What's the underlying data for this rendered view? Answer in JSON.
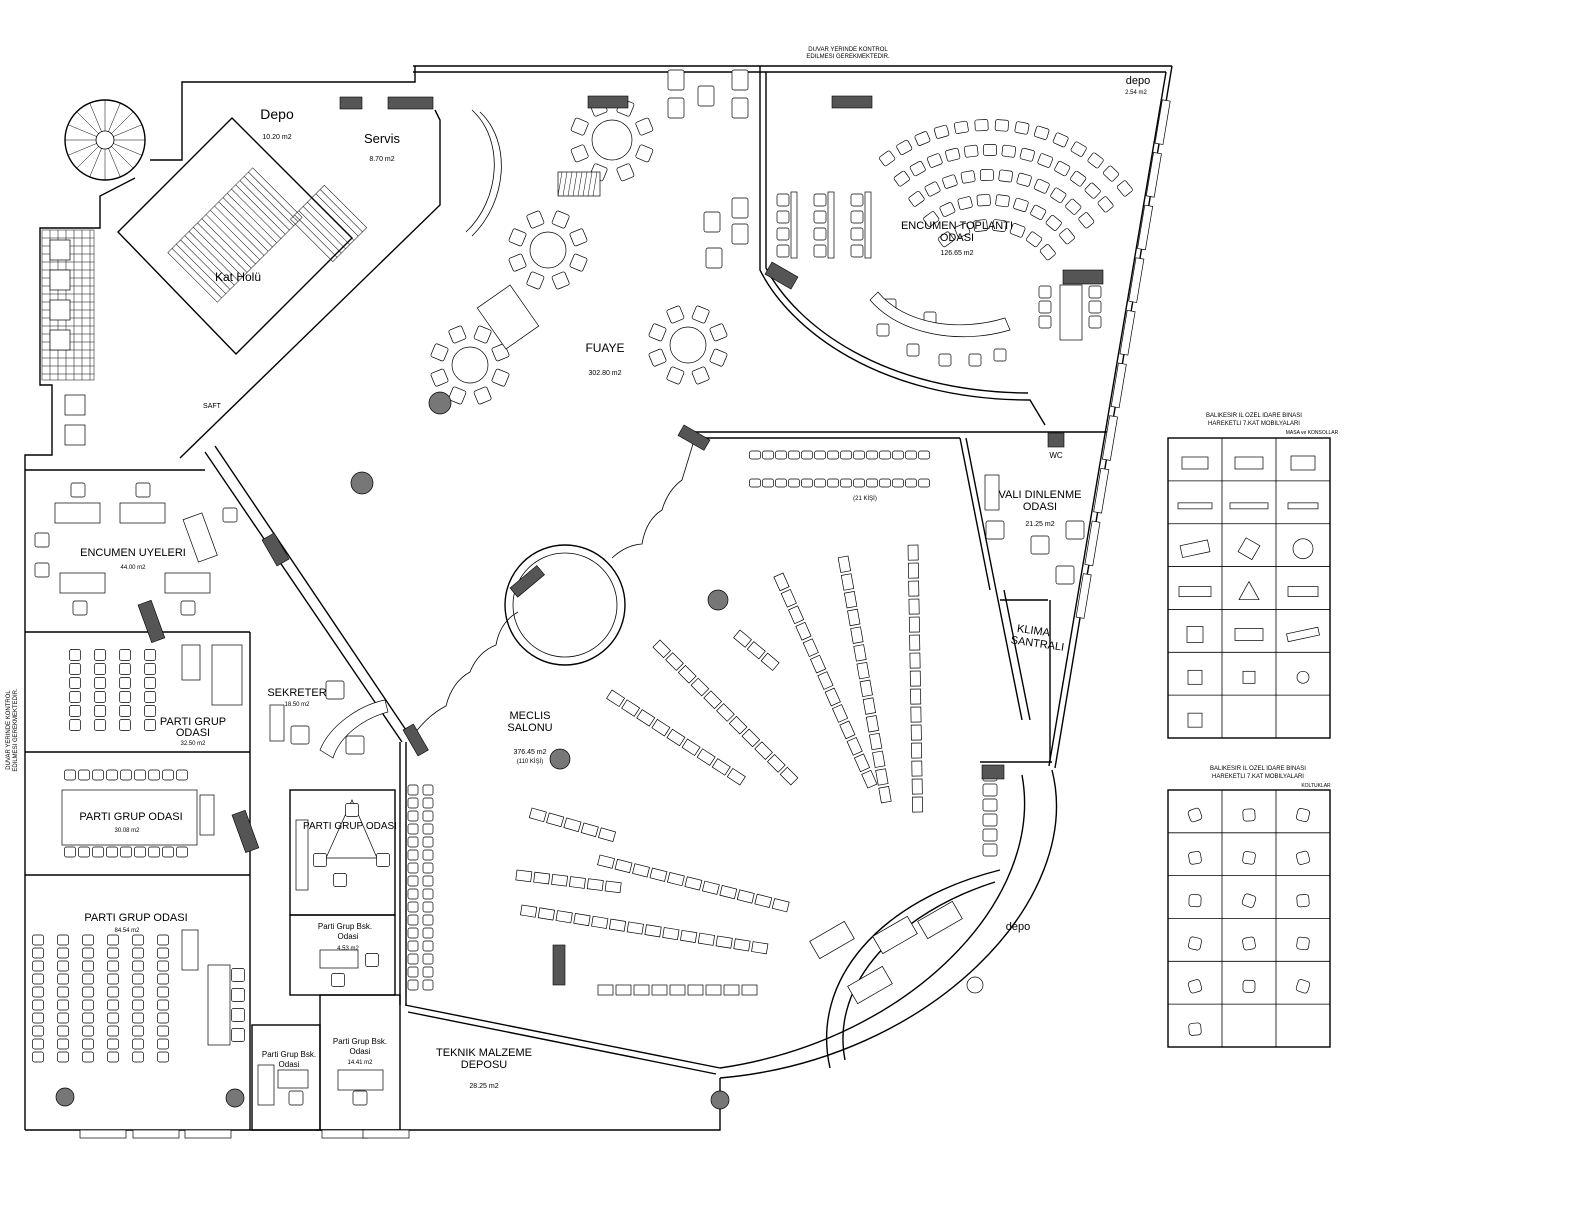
{
  "notice": {
    "line1": "DUVAR YERINDE KONTROL",
    "line2": "EDILMESI GEREKMEKTEDIR."
  },
  "rooms": {
    "depo_top_left": {
      "name": "Depo",
      "area": "10.20 m2"
    },
    "servis": {
      "name": "Servis",
      "area": "8.70 m2"
    },
    "kat_holu": {
      "name": "Kat Holü"
    },
    "saft": {
      "name": "SAFT"
    },
    "fuaye": {
      "name": "FUAYE",
      "area": "302.80 m2"
    },
    "encumen_toplanti": {
      "name_line1": "ENCUMEN TOPLANTI",
      "name_line2": "ODASI",
      "area": "126.65 m2"
    },
    "depo_top_right": {
      "name": "depo",
      "area": "2.54 m2"
    },
    "vali": {
      "name_line1": "VALI DINLENME",
      "name_line2": "ODASI",
      "area": "21.25 m2",
      "wc": "WC"
    },
    "klima": {
      "name_line1": "KLIMA",
      "name_line2": "SANTRALI"
    },
    "encumen_uyeleri": {
      "name": "ENCUMEN UYELERI",
      "area": "44.00 m2"
    },
    "sekreter": {
      "name": "SEKRETER",
      "area": "18.50 m2"
    },
    "parti_grup_1": {
      "name_line1": "PARTI GRUP",
      "name_line2": "ODASI",
      "area": "32.50 m2"
    },
    "parti_grup_2": {
      "name": "PARTI GRUP ODASI",
      "area": "30.08 m2"
    },
    "parti_grup_3": {
      "name": "PARTI GRUP ODASI"
    },
    "parti_grup_4": {
      "name": "PARTI GRUP ODASI",
      "area": "84.54 m2"
    },
    "bsk_1": {
      "name_line1": "Parti Grup Bsk.",
      "name_line2": "Odasi",
      "area": "4.53 m2"
    },
    "bsk_2": {
      "name_line1": "Parti Grup Bsk.",
      "name_line2": "Odasi",
      "area": "14.41 m2"
    },
    "bsk_3": {
      "name_line1": "Parti Grup Bsk.",
      "name_line2": "Odasi"
    },
    "meclis": {
      "name_line1": "MECLIS",
      "name_line2": "SALONU",
      "area": "376.45 m2",
      "capacity": "(110 KİŞİ)"
    },
    "foyer_seating": {
      "capacity": "(21 KİŞİ)"
    },
    "teknik_depo": {
      "name_line1": "TEKNIK MALZEME",
      "name_line2": "DEPOSU",
      "area": "28.25 m2"
    },
    "depo_bottom_right": {
      "name": "depo"
    }
  },
  "furniture_tables": [
    {
      "title_line1": "BALIKESIR IL OZEL IDARE BINASI",
      "title_line2": "HAREKETLI 7.KAT MOBILYALARI",
      "category": "MASA ve KONSOLLAR"
    },
    {
      "title_line1": "BALIKESIR IL OZEL IDARE BINASI",
      "title_line2": "HAREKETLI 7.KAT MOBILYALARI",
      "category": "KOLTUKLAR"
    }
  ]
}
